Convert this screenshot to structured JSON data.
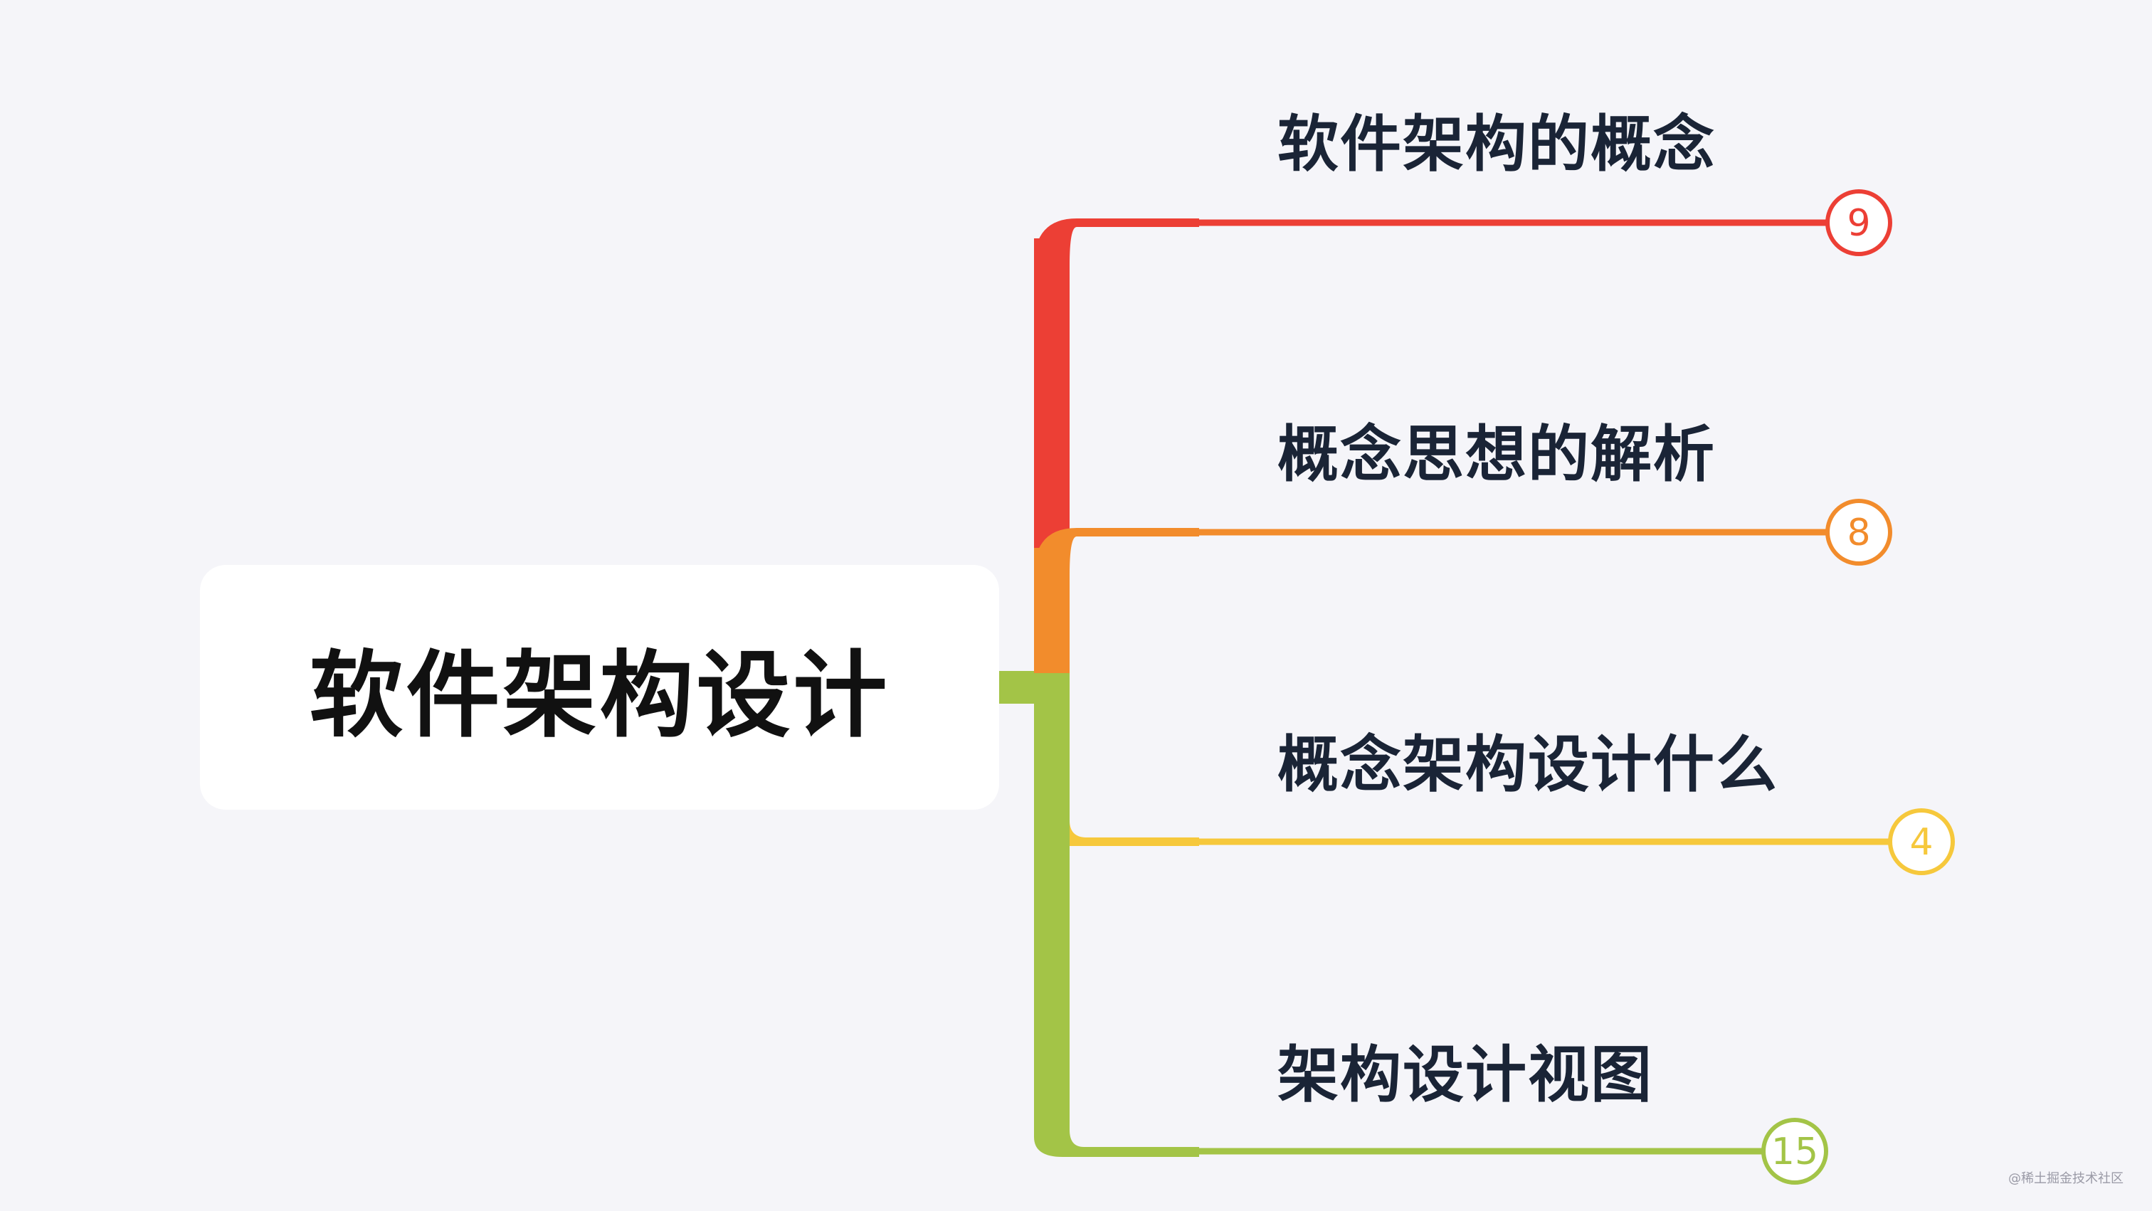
{
  "root": {
    "label": "软件架构设计"
  },
  "branches": [
    {
      "label": "软件架构的概念",
      "count": "9",
      "color": "#ec3f35"
    },
    {
      "label": "概念思想的解析",
      "count": "8",
      "color": "#f28c2c"
    },
    {
      "label": "概念架构设计什么",
      "count": "4",
      "color": "#f6c83c"
    },
    {
      "label": "架构设计视图",
      "count": "15",
      "color": "#a3c447"
    }
  ],
  "watermark": "@稀土掘金技术社区"
}
